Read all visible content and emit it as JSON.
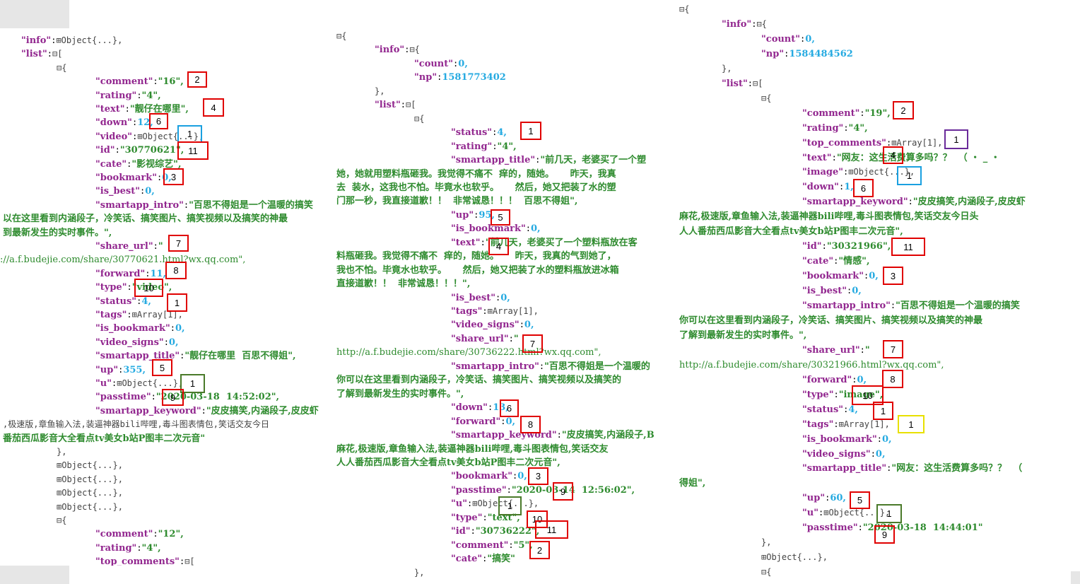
{
  "panels": {
    "left": {
      "lines": [
        "\"info\":⊞Object{...},",
        "\"list\":⊟[",
        "⊟{",
        "\"comment\":\"16\",",
        "\"rating\":\"4\",",
        "\"text\":\"靓仔在哪里\",",
        "\"down\":12,",
        "\"video\":⊞Object{...},",
        "\"id\":\"30770621\",",
        "\"cate\":\"影视综艺\",",
        "\"bookmark\":0,",
        "\"is_best\":0,",
        "\"smartapp_intro\":\"百思不得姐是一个温暖的搞笑",
        "以在这里看到内涵段子，冷笑话、搞笑图片、搞笑视频以及搞笑的神最",
        "到最新发生的实时事件。\",",
        "\"share_url\":\"",
        "://a.f.budejie.com/share/30770621.html?wx.qq.com\",",
        "\"forward\":11,",
        "\"type\":\"video\",",
        "\"status\":4,",
        "\"tags\":⊞Array[1],",
        "\"is_bookmark\":0,",
        "\"video_signs\":0,",
        "\"smartapp_title\":\"靓仔在哪里  百思不得姐\",",
        "\"up\":355,",
        "\"u\":⊞Object{...},",
        "\"passtime\":\"2020-03-18  14:52:02\",",
        "\"smartapp_keyword\":\"皮皮搞笑,内涵段子,皮皮虾",
        ",极速版,章鱼输入法,装逼神器bili哔哩,毒斗图表情包,笑话交友今日",
        "番茄西瓜影音大全看点tv美女b站P图丰二次元音\"",
        "},",
        "⊞Object{...},",
        "⊞Object{...},",
        "⊞Object{...},",
        "⊞Object{...},",
        "⊟{",
        "\"comment\":\"12\",",
        "\"rating\":\"4\",",
        "\"top_comments\":⊟["
      ]
    },
    "middle": {
      "lines": [
        "⊟{",
        "\"info\":⊟{",
        "\"count\":0,",
        "\"np\":1581773402",
        "},",
        "\"list\":⊟[",
        "⊟{",
        "\"status\":4,",
        "\"rating\":\"4\",",
        "\"smartapp_title\":\"前几天，老婆买了一个塑",
        "她，她就用塑料瓶砸我。我觉得不痛不  痒的，随她。     昨天，我真",
        "去  装水，这我也不怕。毕竟水也软乎。     然后，她又把装了水的塑",
        "门那一秒，我直接道歉！！  非常诚恳！！！  百思不得姐\",",
        "\"up\":95,",
        "\"is_bookmark\":0,",
        "\"text\":\"前几天，老婆买了一个塑料瓶放在客",
        "料瓶砸我。我觉得不痛不  痒的，随她。     昨天，我真的气到她了，",
        "我也不怕。毕竟水也软乎。     然后，她又把装了水的塑料瓶放进冰箱",
        "直接道歉！！  非常诚恳！！！\",",
        "\"is_best\":0,",
        "\"tags\":⊞Array[1],",
        "\"video_signs\":0,",
        "\"share_url\":\"",
        "http://a.f.budejie.com/share/30736222.html?wx.qq.com\",",
        "\"smartapp_intro\":\"百思不得姐是一个温暖的",
        "你可以在这里看到内涵段子，冷笑话、搞笑图片、搞笑视频以及搞笑的",
        "了解到最新发生的实时事件。\",",
        "\"down\":13,",
        "\"forward\":0,",
        "\"smartapp_keyword\":\"皮皮搞笑,内涵段子,B",
        "麻花,极速版,章鱼输入法,装逼神器bili哔哩,毒斗图表情包,笑话交友",
        "人人番茄西瓜影音大全看点tv美女b站P图丰二次元音\",",
        "\"bookmark\":0,",
        "\"passtime\":\"2020-03-14  12:56:02\",",
        "\"u\":⊞Object{...},",
        "\"type\":\"text\",",
        "\"id\":\"30736222\",",
        "\"comment\":\"5\",",
        "\"cate\":\"搞笑\"",
        "},"
      ]
    },
    "right": {
      "lines": [
        "⊟{",
        "\"info\":⊟{",
        "\"count\":0,",
        "\"np\":1584484562",
        "},",
        "\"list\":⊟[",
        "⊟{",
        "\"comment\":\"19\",",
        "\"rating\":\"4\",",
        "\"top_comments\":⊞Array[1],",
        "\"text\":\"网友：这生活费算多吗？？  （ ・ _ ・",
        "\"image\":⊞Object{...},",
        "\"down\":1,",
        "\"smartapp_keyword\":\"皮皮搞笑,内涵段子,皮皮虾",
        "麻花,极速版,章鱼输入法,装逼神器bili哔哩,毒斗图表情包,笑话交友今日头",
        "人人番茄西瓜影音大全看点tv美女b站P图丰二次元音\",",
        "\"id\":\"30321966\",",
        "\"cate\":\"情感\",",
        "\"bookmark\":0,",
        "\"is_best\":0,",
        "\"smartapp_intro\":\"百思不得姐是一个温暖的搞笑",
        "你可以在这里看到内涵段子，冷笑话、搞笑图片、搞笑视频以及搞笑的神最",
        "了解到最新发生的实时事件。\",",
        "\"share_url\":\"",
        "http://a.f.budejie.com/share/30321966.html?wx.qq.com\",",
        "\"forward\":0,",
        "\"type\":\"image\",",
        "\"status\":4,",
        "\"tags\":⊞Array[1],",
        "\"is_bookmark\":0,",
        "\"video_signs\":0,",
        "\"smartapp_title\":\"网友：这生活费算多吗？？  （",
        "得姐\",",
        "\"up\":60,",
        "\"u\":⊞Object{...},",
        "\"passtime\":\"2020-03-18  14:44:01\"",
        "},",
        "⊞Object{...},",
        "⊟{"
      ]
    }
  },
  "annotations": {
    "left": [
      "2",
      "4",
      "6",
      "1",
      "11",
      "3",
      "7",
      "8",
      "10",
      "1",
      "5",
      "1",
      "9"
    ],
    "middle": [
      "1",
      "5",
      "4",
      "7",
      "6",
      "8",
      "3",
      "9",
      "1",
      "10",
      "11",
      "2"
    ],
    "right": [
      "2",
      "1",
      "4",
      "1",
      "6",
      "11",
      "3",
      "7",
      "8",
      "10",
      "1",
      "1",
      "5",
      "1",
      "9"
    ]
  },
  "colors": {
    "key": "#92278f",
    "string": "#2e8b2e",
    "number": "#25aae1",
    "box_red": "#e00000",
    "box_blue": "#1aa0e0",
    "box_green": "#4a7a2a",
    "box_purple": "#6a2a9a",
    "box_yellow": "#e8e000"
  }
}
